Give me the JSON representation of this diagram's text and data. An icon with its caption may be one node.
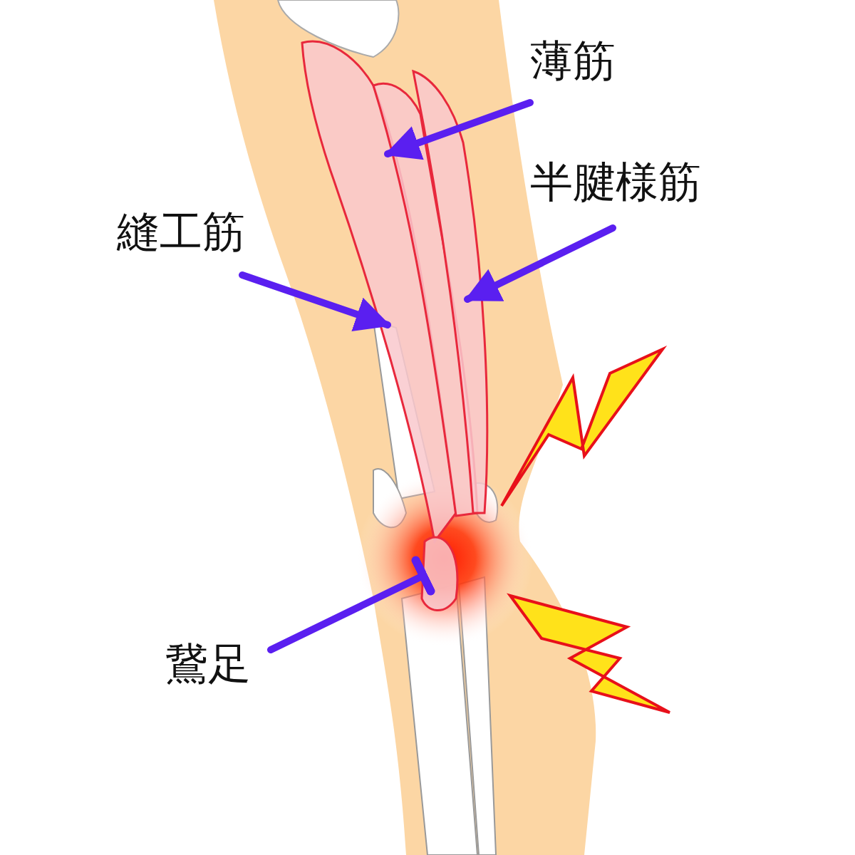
{
  "diagram": {
    "nodes": [
      {
        "text": [
          "薄筋"
        ]
      },
      {
        "text": [
          "半腱様筋"
        ]
      },
      {
        "text": [
          "縫工筋"
        ]
      },
      {
        "text": [
          "鵞足"
        ]
      }
    ],
    "edges": [
      {
        "from": 0,
        "to": null,
        "arrow": "to"
      },
      {
        "from": 1,
        "to": null,
        "arrow": "to"
      },
      {
        "from": 2,
        "to": null,
        "arrow": "to"
      },
      {
        "from": 3,
        "to": null,
        "arrow": "other"
      }
    ]
  }
}
